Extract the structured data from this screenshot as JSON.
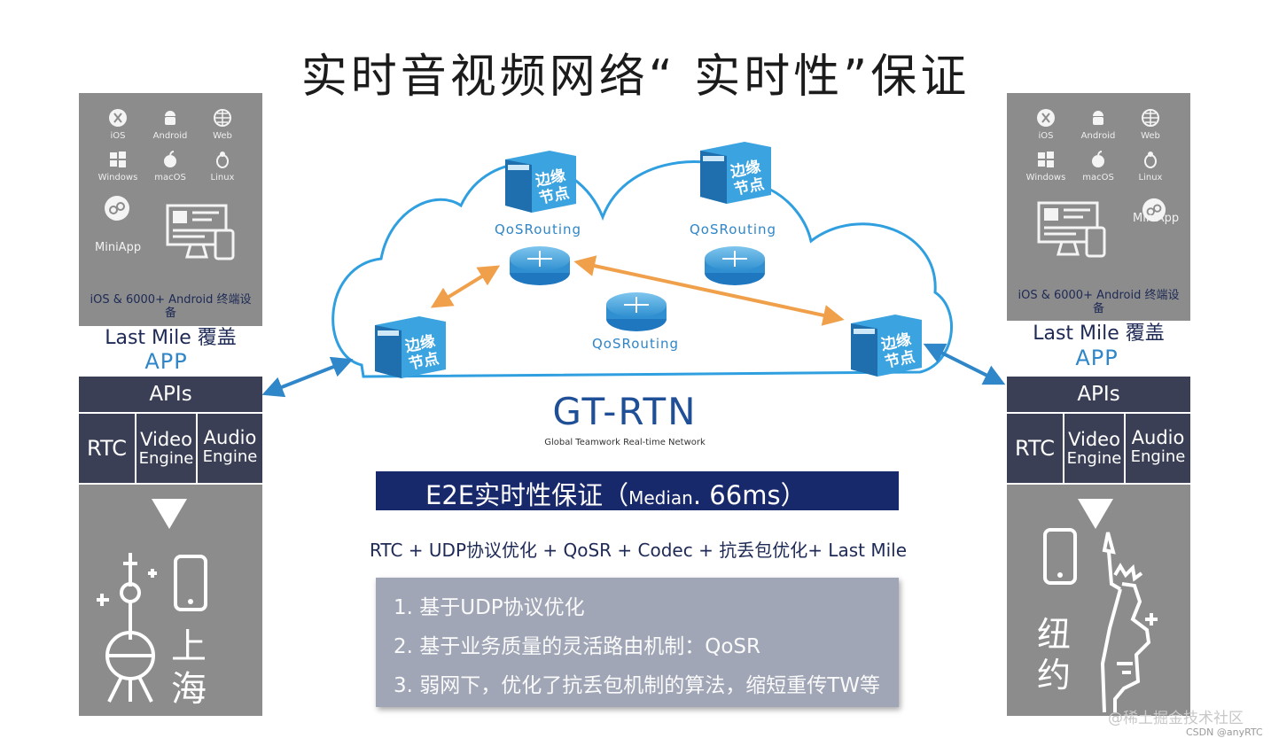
{
  "title": "实时音视频网络“  实时性”保证",
  "colors": {
    "accent_blue": "#2f86c8",
    "navy": "#17286b",
    "panel_grey": "#8c8c8c",
    "api_dark": "#3a3f55",
    "arrow_orange": "#f0a04a",
    "arrow_blue": "#2f86c8"
  },
  "devices": {
    "platforms": [
      {
        "label": "iOS",
        "icon": "ios-icon"
      },
      {
        "label": "Android",
        "icon": "android-icon"
      },
      {
        "label": "Web",
        "icon": "web-icon"
      },
      {
        "label": "Windows",
        "icon": "windows-icon"
      },
      {
        "label": "macOS",
        "icon": "apple-icon"
      },
      {
        "label": "Linux",
        "icon": "linux-icon"
      }
    ],
    "miniapp": "MiniApp",
    "note_line1": "iOS & 6000+ Android 终端设",
    "note_line2": "备"
  },
  "lastmile": {
    "text": "Last Mile 覆盖",
    "app": "APP"
  },
  "sdk": {
    "apis": "APIs",
    "rtc": "RTC",
    "video_1": "Video",
    "video_2": "Engine",
    "audio_1": "Audio",
    "audio_2": "Engine"
  },
  "cities": {
    "left_1": "上",
    "left_2": "海",
    "right_1": "纽",
    "right_2": "约"
  },
  "network": {
    "node_label": "边缘\n节点",
    "node_line1": "边缘",
    "node_line2": "节点",
    "qos": [
      "QoSRouting",
      "QoSRouting",
      "QoSRouting"
    ],
    "name": "GT-RTN",
    "subtitle": "Global Teamwork Real-time Network"
  },
  "e2e": {
    "prefix": "E2E实时性保证（",
    "median": "Median",
    "dot": ".",
    "value": " 66ms",
    "suffix": "）"
  },
  "formula": "RTC + UDP协议优化 + QoSR + Codec + 抗丢包优化+ Last Mile",
  "points": [
    "1. 基于UDP协议优化",
    "2. 基于业务质量的灵活路由机制：QoSR",
    "3. 弱网下，优化了抗丢包机制的算法，缩短重传TW等"
  ],
  "watermark": {
    "line1": "@稀土掘金技术社区",
    "line2": "CSDN @anyRTC"
  }
}
